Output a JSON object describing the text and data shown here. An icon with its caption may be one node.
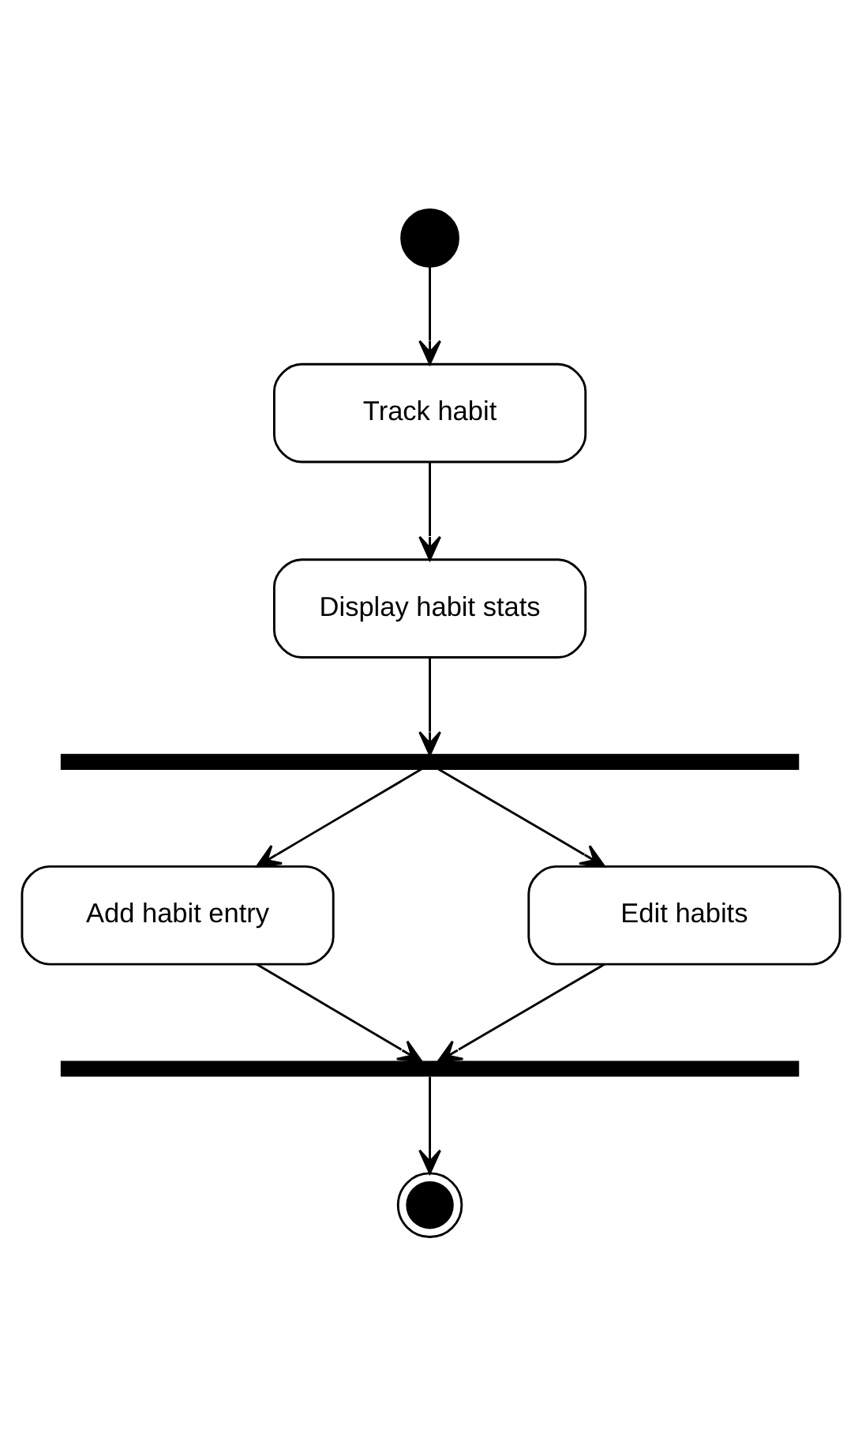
{
  "diagram": {
    "nodes": [
      {
        "text": [],
        "shape": "circle"
      },
      {
        "text": [
          "Track habit"
        ]
      },
      {
        "text": [
          "Display habit stats"
        ]
      },
      {
        "text": [],
        "shape": "bar"
      },
      {
        "text": [
          "Add habit entry"
        ]
      },
      {
        "text": [
          "Edit habits"
        ]
      },
      {
        "text": [],
        "shape": "bar"
      },
      {
        "text": [],
        "shape": "circle"
      }
    ],
    "edges": [
      {
        "from": 0,
        "to": 1,
        "arrow": "to"
      },
      {
        "from": 1,
        "to": 2,
        "arrow": "to"
      },
      {
        "from": 2,
        "to": 3,
        "arrow": "to"
      },
      {
        "from": 3,
        "to": 4,
        "arrow": "to"
      },
      {
        "from": 3,
        "to": 5,
        "arrow": "to"
      },
      {
        "from": 4,
        "to": 6,
        "arrow": "to"
      },
      {
        "from": 5,
        "to": 6,
        "arrow": "to"
      },
      {
        "from": 6,
        "to": 7,
        "arrow": "to"
      }
    ]
  }
}
